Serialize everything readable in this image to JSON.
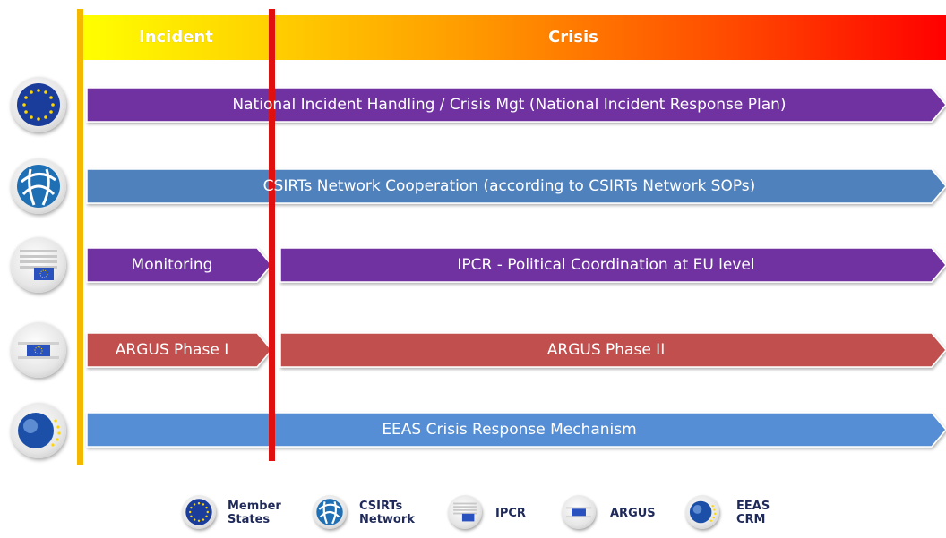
{
  "header": {
    "incident_label": "Incident",
    "crisis_label": "Crisis"
  },
  "rows": [
    {
      "icon": "member-states-icon",
      "bars": [
        {
          "text": "National Incident Handling / Crisis Mgt (National Incident Response Plan)",
          "color": "#7030a0"
        }
      ]
    },
    {
      "icon": "csirts-network-icon",
      "bars": [
        {
          "text": "CSIRTs Network Cooperation (according to CSIRTs Network SOPs)",
          "color": "#4f81bd"
        }
      ]
    },
    {
      "icon": "ipcr-icon",
      "bars": [
        {
          "text": "Monitoring",
          "color": "#7030a0"
        },
        {
          "text": "IPCR - Political Coordination at EU level",
          "color": "#7030a0"
        }
      ]
    },
    {
      "icon": "argus-icon",
      "bars": [
        {
          "text": "ARGUS Phase I",
          "color": "#c0504d"
        },
        {
          "text": "ARGUS Phase II",
          "color": "#c0504d"
        }
      ]
    },
    {
      "icon": "eeas-crm-icon",
      "bars": [
        {
          "text": "EEAS Crisis Response Mechanism",
          "color": "#558ed5"
        }
      ]
    }
  ],
  "legend": [
    {
      "icon": "member-states-icon",
      "line1": "Member",
      "line2": "States"
    },
    {
      "icon": "csirts-network-icon",
      "line1": "CSIRTs",
      "line2": "Network"
    },
    {
      "icon": "ipcr-icon",
      "line1": "IPCR",
      "line2": ""
    },
    {
      "icon": "argus-icon",
      "line1": "ARGUS",
      "line2": ""
    },
    {
      "icon": "eeas-crm-icon",
      "line1": "EEAS",
      "line2": "CRM"
    }
  ],
  "colors": {
    "purple": "#7030a0",
    "steel_blue": "#4f81bd",
    "brick_red": "#c0504d",
    "sky_blue": "#558ed5",
    "incident_line": "#f5b800",
    "crisis_line": "#e01010"
  }
}
